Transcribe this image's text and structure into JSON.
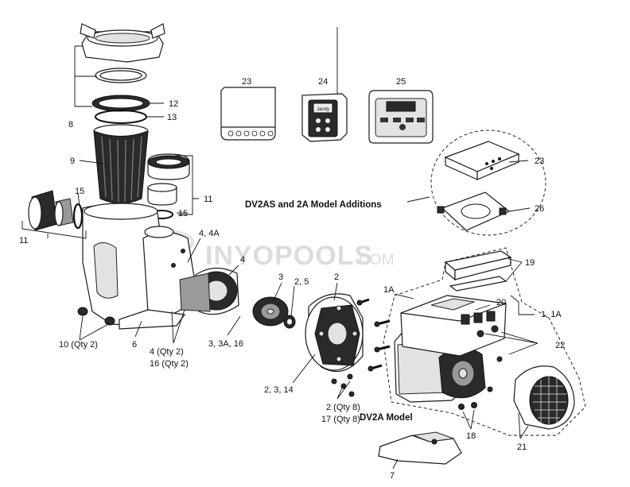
{
  "watermark": {
    "brand": "INYOPOOLS",
    "suffix": ".COM"
  },
  "callouts": {
    "c8": "8",
    "c12": "12",
    "c13": "13",
    "c9": "9",
    "c11a": "11",
    "c11b": "11",
    "c15a": "15",
    "c15b": "15",
    "c4_4a": "4, 4A",
    "c4": "4",
    "c3": "3",
    "c2_5": "2, 5",
    "c2": "2",
    "c1a": "1A",
    "c20": "20",
    "c1_1a": "1, 1A",
    "c19": "19",
    "c22": "22",
    "c23a": "23",
    "c24": "24",
    "c25": "25",
    "c23b": "23",
    "c26": "26",
    "c10": "10 (Qty 2)",
    "c6": "6",
    "c4qty": "4 (Qty 2)",
    "c16qty": "16 (Qty 2)",
    "c3_3a_16": "3, 3A, 16",
    "c2_3_14": "2, 3, 14",
    "c2qty": "2 (Qty 8)",
    "c17qty": "17 (Qty 8)",
    "c18": "18",
    "c21": "21",
    "c7": "7"
  },
  "labels": {
    "additions": "DV2AS and 2A Model Additions",
    "dv2a": "DV2A Model"
  },
  "controls": {
    "remote_brand": "Jandy"
  }
}
